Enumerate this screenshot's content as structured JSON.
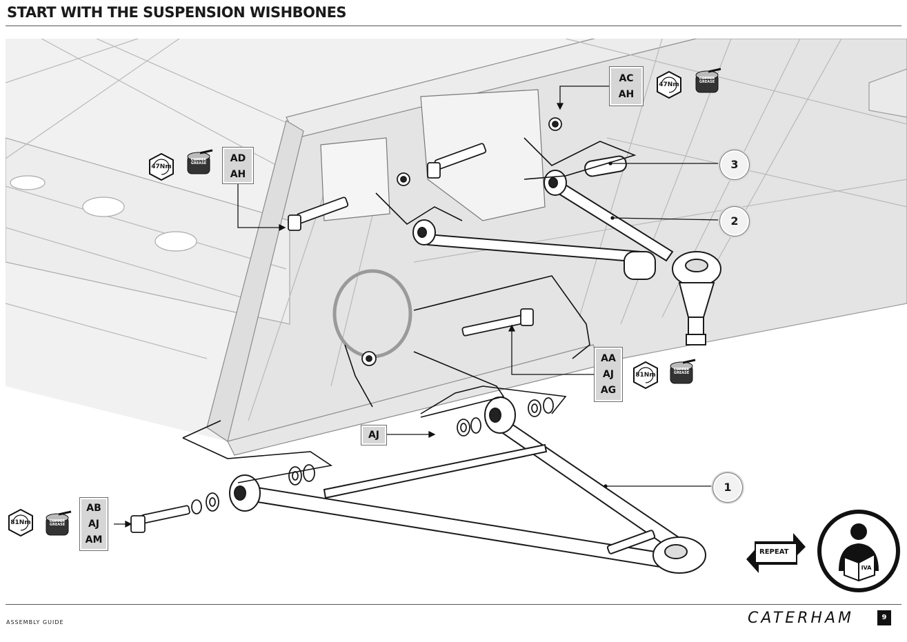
{
  "header": {
    "title": "START WITH THE SUSPENSION WISHBONES"
  },
  "code_boxes": {
    "ac_ah": [
      "AC",
      "AH"
    ],
    "ad_ah": [
      "AD",
      "AH"
    ],
    "aa_aj_ag": [
      "AA",
      "AJ",
      "AG"
    ],
    "aj": [
      "AJ"
    ],
    "ab_aj_am": [
      "AB",
      "AJ",
      "AM"
    ]
  },
  "torque": {
    "top_right": "47Nm",
    "top_left": "47Nm",
    "middle": "81Nm",
    "bottom_left": "81Nm"
  },
  "grease_label": "COPPER GREASE",
  "callouts": {
    "one": "1",
    "two": "2",
    "three": "3"
  },
  "repeat": {
    "label": "REPEAT"
  },
  "iva": {
    "label": "IVA"
  },
  "footer": {
    "left": "ASSEMBLY GUIDE",
    "brand": "CATERHAM",
    "page": "9"
  },
  "colors": {
    "frame_fill": "#e6e6e6",
    "box_fill": "#d6d6d6",
    "line": "#2a2a2a",
    "shadow_ring": "#a8a8a8"
  }
}
